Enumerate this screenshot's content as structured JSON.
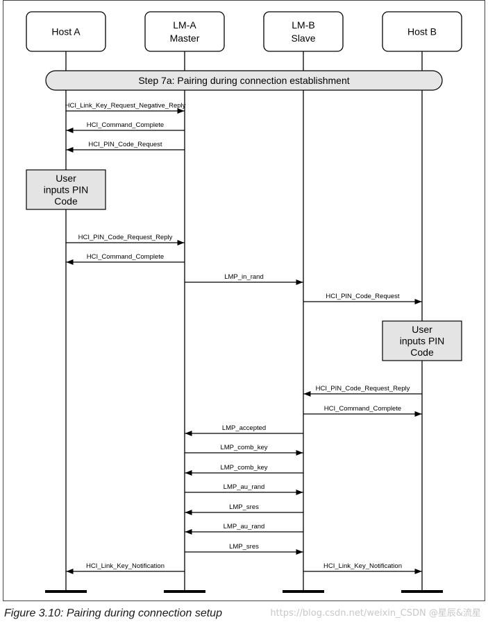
{
  "entities": [
    {
      "id": "host-a",
      "lines": [
        "Host A"
      ]
    },
    {
      "id": "lm-a",
      "lines": [
        "LM-A",
        "Master"
      ]
    },
    {
      "id": "lm-b",
      "lines": [
        "LM-B",
        "Slave"
      ]
    },
    {
      "id": "host-b",
      "lines": [
        "Host B"
      ]
    }
  ],
  "step_banner": "Step 7a: Pairing during connection establishment",
  "messages": [
    {
      "label": "HCI_Link_Key_Request_Negative_Reply",
      "from": "host-a",
      "to": "lm-a"
    },
    {
      "label": "HCI_Command_Complete",
      "from": "lm-a",
      "to": "host-a"
    },
    {
      "label": "HCI_PIN_Code_Request",
      "from": "lm-a",
      "to": "host-a"
    },
    {
      "label": "HCI_PIN_Code_Request_Reply",
      "from": "host-a",
      "to": "lm-a"
    },
    {
      "label": "HCI_Command_Complete",
      "from": "lm-a",
      "to": "host-a"
    },
    {
      "label": "LMP_in_rand",
      "from": "lm-a",
      "to": "lm-b"
    },
    {
      "label": "HCI_PIN_Code_Request",
      "from": "lm-b",
      "to": "host-b"
    },
    {
      "label": "HCI_PIN_Code_Request_Reply",
      "from": "host-b",
      "to": "lm-b"
    },
    {
      "label": "HCI_Command_Complete",
      "from": "lm-b",
      "to": "host-b"
    },
    {
      "label": "LMP_accepted",
      "from": "lm-b",
      "to": "lm-a"
    },
    {
      "label": "LMP_comb_key",
      "from": "lm-a",
      "to": "lm-b"
    },
    {
      "label": "LMP_comb_key",
      "from": "lm-b",
      "to": "lm-a"
    },
    {
      "label": "LMP_au_rand",
      "from": "lm-a",
      "to": "lm-b"
    },
    {
      "label": "LMP_sres",
      "from": "lm-b",
      "to": "lm-a"
    },
    {
      "label": "LMP_au_rand",
      "from": "lm-b",
      "to": "lm-a"
    },
    {
      "label": "LMP_sres",
      "from": "lm-a",
      "to": "lm-b"
    },
    {
      "label": "HCI_Link_Key_Notification",
      "from": "lm-a",
      "to": "host-a"
    },
    {
      "label": "HCI_Link_Key_Notification",
      "from": "lm-b",
      "to": "host-b"
    }
  ],
  "notes": [
    {
      "entity": "host-a",
      "lines": [
        "User",
        "inputs PIN",
        "Code"
      ]
    },
    {
      "entity": "host-b",
      "lines": [
        "User",
        "inputs PIN",
        "Code"
      ]
    }
  ],
  "caption": "Figure 3.10:  Pairing during connection setup",
  "watermark": "https://blog.csdn.net/weixin_CSDN @星辰&流星",
  "colors": {
    "line": "#000000",
    "banner_fill": "#e6e6e6",
    "note_fill": "#e4e4e4",
    "border": "#000000"
  }
}
